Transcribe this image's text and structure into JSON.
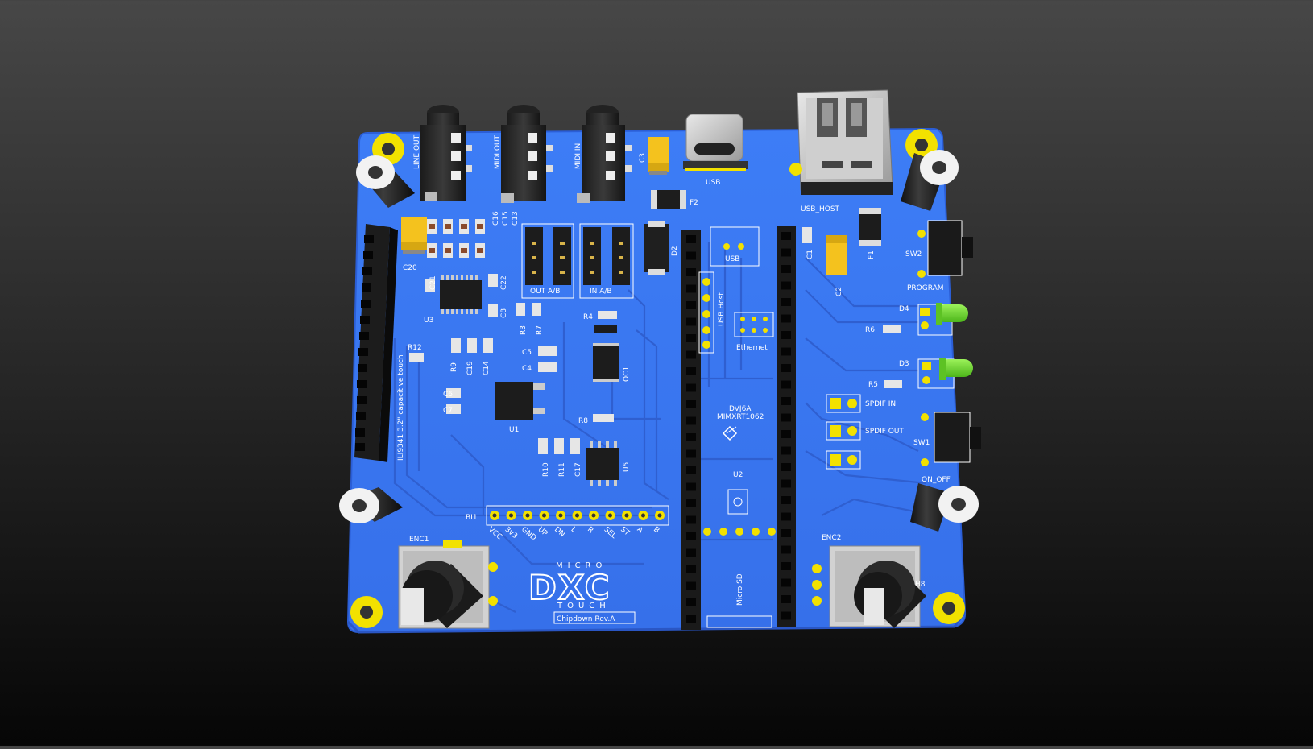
{
  "labels": {
    "enc1": "ENC1",
    "enc2": "ENC2",
    "sw1": "SW1",
    "sw2": "SW2",
    "program": "PROGRAM",
    "on_off": "ON_OFF",
    "usb": "USB",
    "usb_host_conn": "USB_HOST",
    "usb_module": "USB",
    "usb_host_vert": "USB Host",
    "ethernet": "Ethernet",
    "out_ab": "OUT A/B",
    "in_ab": "IN A/B",
    "spdif_in": "SPDIF IN",
    "spdif_out": "SPDIF OUT",
    "c3_label": "C3",
    "cap_touch": "ILI9341 3.2\" capacitive touch",
    "brand_top": "MICRO",
    "brand_mid": "DXC",
    "brand_bottom": "TOUCH",
    "revision": "Chipdown Rev.A",
    "chip_name": "DVJ6A",
    "chip_part": "MIMXRT1062",
    "u1": "U1",
    "u2": "U2",
    "u3": "U3",
    "u5": "U5",
    "d2": "D2",
    "d3": "D3",
    "d4": "D4",
    "f1": "F1",
    "f2": "F2",
    "c1": "C1",
    "c2": "C2",
    "c4": "C4",
    "c5": "C5",
    "c6": "C6",
    "c7": "C7",
    "c8": "C8",
    "c13": "C13",
    "c14": "C14",
    "c15": "C15",
    "c16": "C16",
    "c17": "C17",
    "c19": "C19",
    "c20": "C20",
    "c21": "C21",
    "c22": "C22",
    "r3": "R3",
    "r4": "R4",
    "r5": "R5",
    "r6": "R6",
    "r7": "R7",
    "r8": "R8",
    "r9": "R9",
    "r10": "R10",
    "r11": "R11",
    "r12": "R12",
    "oc1": "OC1",
    "h8": "H8",
    "micro_sd": "Micro SD",
    "bi1": "BI1",
    "jack1": "LINE OUT",
    "jack2": "MIDI OUT",
    "jack3": "MIDI IN"
  },
  "header_pins": [
    "VCC",
    "3v3",
    "GND",
    "UP",
    "DN",
    "L",
    "R",
    "SEL",
    "ST",
    "A",
    "B"
  ],
  "colors": {
    "board": "#3a78f2",
    "board_edge": "#2b5ed6",
    "trace": "#2f5fd0",
    "pad": "#f2e100",
    "silkscreen": "#ffffff",
    "led_green": "#6fdc2c",
    "tantalum": "#f4c21e"
  }
}
